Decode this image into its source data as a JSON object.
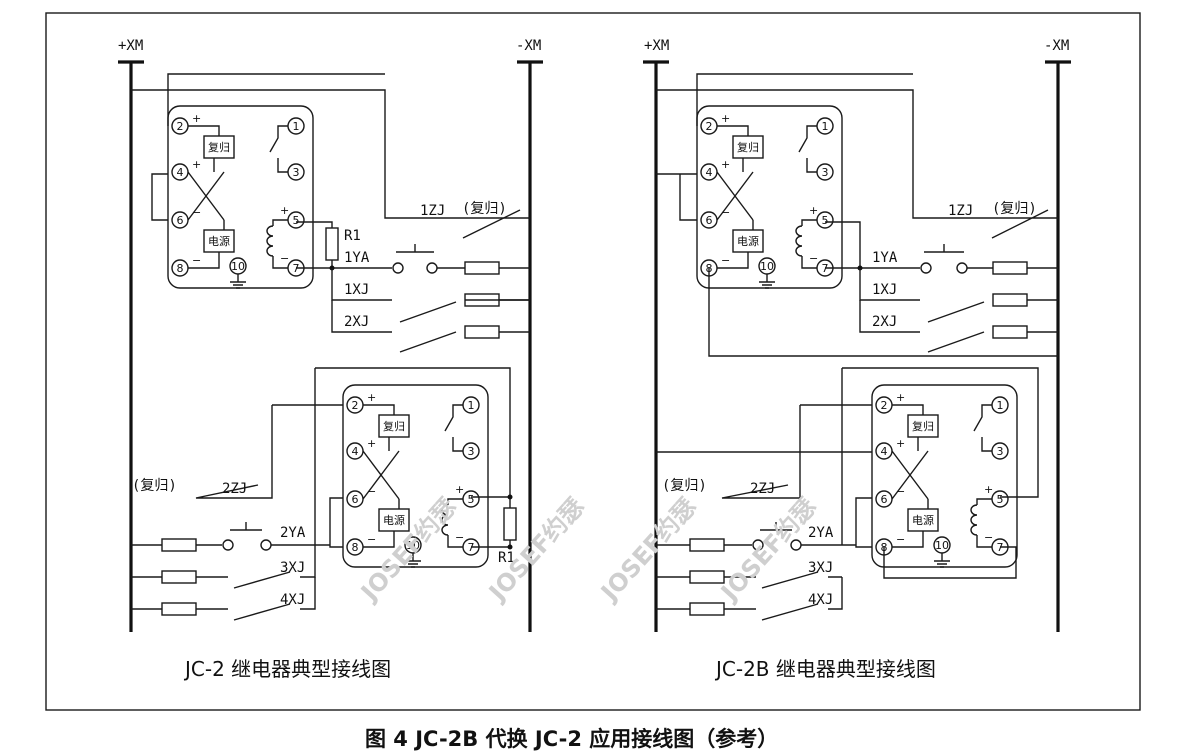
{
  "labels": {
    "pos_bus": "+XM",
    "neg_bus": "-XM",
    "reset": "(复归)",
    "reset_btn": "复归",
    "power": "电源",
    "zj1": "1ZJ",
    "zj2": "2ZJ",
    "ya1": "1YA",
    "ya2": "2YA",
    "xj1": "1XJ",
    "xj2": "2XJ",
    "xj3": "3XJ",
    "xj4": "4XJ",
    "r1": "R1",
    "plus": "+",
    "minus": "−"
  },
  "terminals": [
    "1",
    "2",
    "3",
    "4",
    "5",
    "6",
    "7",
    "8",
    "10"
  ],
  "captions": {
    "left": "JC-2 继电器典型接线图",
    "right": "JC-2B 继电器典型接线图",
    "figure": "图 4  JC-2B 代换 JC-2 应用接线图（参考）"
  },
  "watermark": "JOSEF约瑟"
}
